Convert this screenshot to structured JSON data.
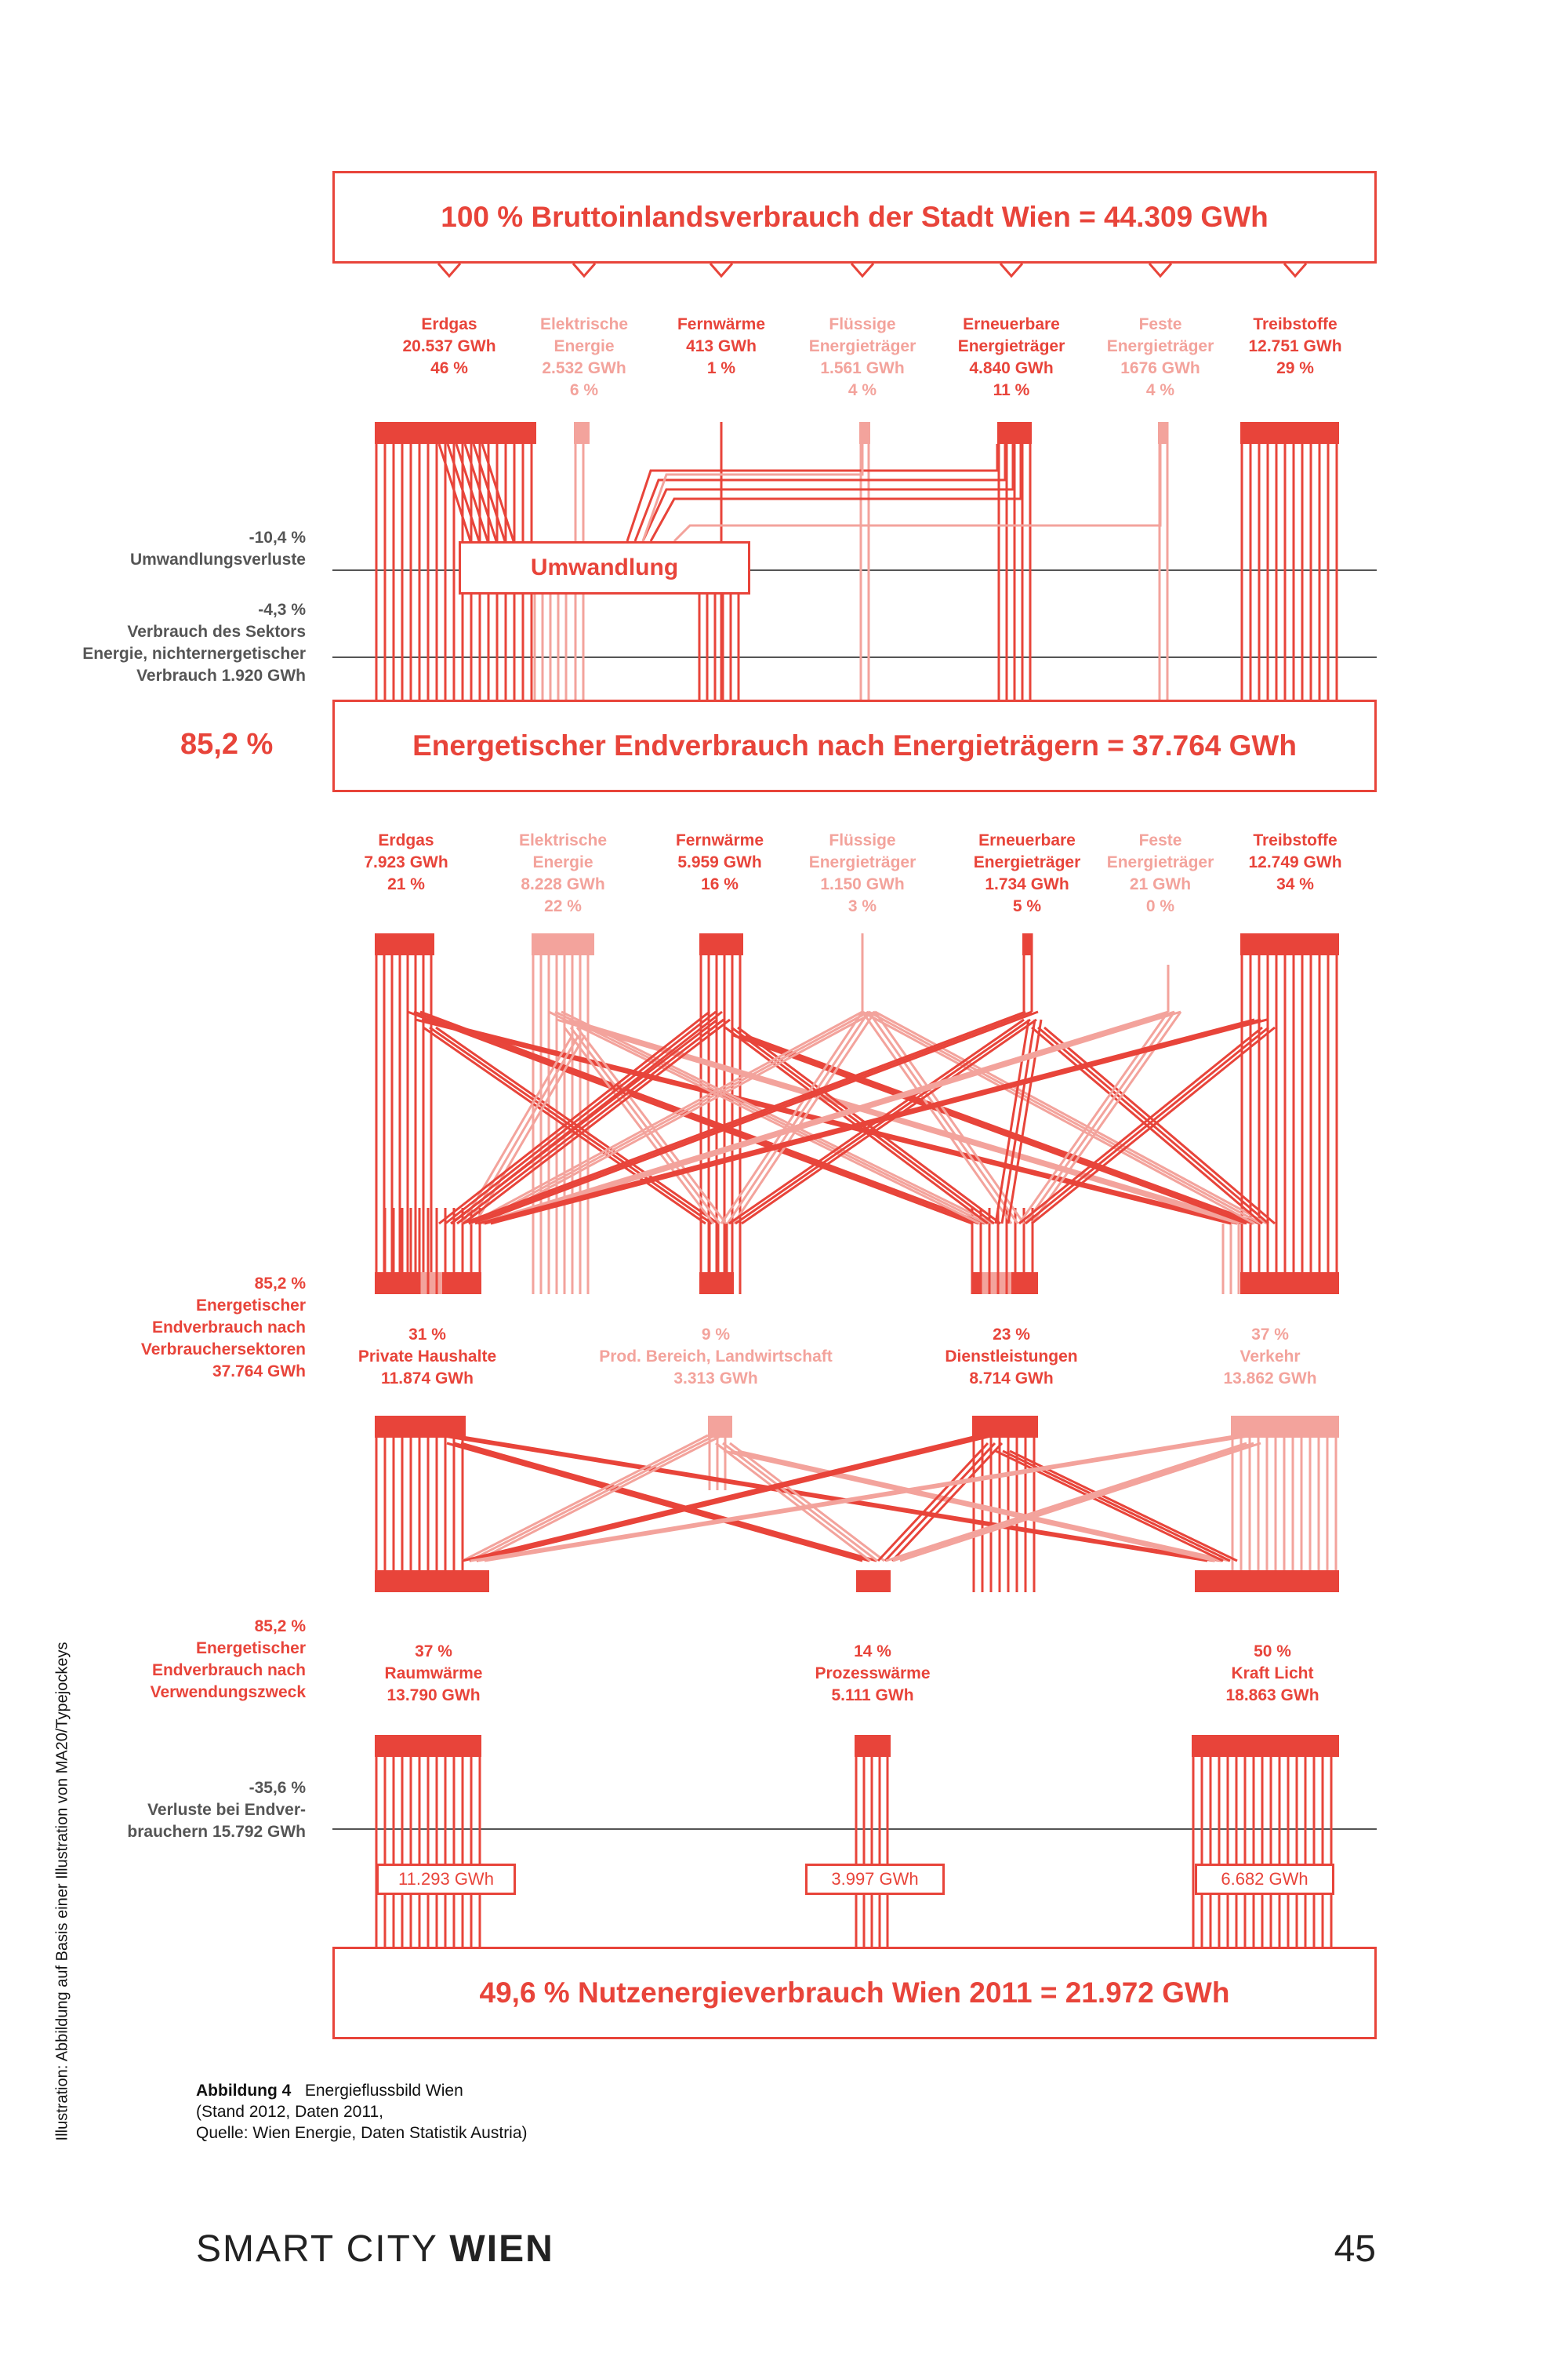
{
  "title_box": "100 % Bruttoinlandsverbrauch der Stadt Wien = 44.309 GWh",
  "sources": [
    {
      "name_l1": "Erdgas",
      "name_l2": "",
      "value": "20.537 GWh",
      "pct": "46 %",
      "light": false
    },
    {
      "name_l1": "Elektrische",
      "name_l2": "Energie",
      "value": "2.532 GWh",
      "pct": "6 %",
      "light": true
    },
    {
      "name_l1": "Fernwärme",
      "name_l2": "",
      "value": "413 GWh",
      "pct": "1 %",
      "light": false
    },
    {
      "name_l1": "Flüssige",
      "name_l2": "Energieträger",
      "value": "1.561 GWh",
      "pct": "4 %",
      "light": true
    },
    {
      "name_l1": "Erneuerbare",
      "name_l2": "Energieträger",
      "value": "4.840 GWh",
      "pct": "11 %",
      "light": false
    },
    {
      "name_l1": "Feste",
      "name_l2": "Energieträger",
      "value": "1676 GWh",
      "pct": "4 %",
      "light": true
    },
    {
      "name_l1": "Treibstoffe",
      "name_l2": "",
      "value": "12.751 GWh",
      "pct": "29 %",
      "light": false
    }
  ],
  "umwandlung": "Umwandlung",
  "loss1": {
    "pct": "-10,4 %",
    "label": "Umwandlungsverluste"
  },
  "loss2": {
    "pct": "-4,3 %",
    "l1": "Verbrauch des Sektors",
    "l2": "Energie, nichternergetischer",
    "l3": "Verbrauch 1.920 GWh"
  },
  "end_pct": "85,2 %",
  "end_box": "Energetischer Endverbrauch nach Energieträgern = 37.764 GWh",
  "carriers": [
    {
      "name_l1": "Erdgas",
      "name_l2": "",
      "value": "7.923 GWh",
      "pct": "21 %",
      "light": false
    },
    {
      "name_l1": "Elektrische",
      "name_l2": "Energie",
      "value": "8.228 GWh",
      "pct": "22 %",
      "light": true
    },
    {
      "name_l1": "Fernwärme",
      "name_l2": "",
      "value": "5.959 GWh",
      "pct": "16 %",
      "light": false
    },
    {
      "name_l1": "Flüssige",
      "name_l2": "Energieträger",
      "value": "1.150 GWh",
      "pct": "3 %",
      "light": true
    },
    {
      "name_l1": "Erneuerbare",
      "name_l2": "Energieträger",
      "value": "1.734 GWh",
      "pct": "5 %",
      "light": false
    },
    {
      "name_l1": "Feste",
      "name_l2": "Energieträger",
      "value": "21 GWh",
      "pct": "0 %",
      "light": true
    },
    {
      "name_l1": "Treibstoffe",
      "name_l2": "",
      "value": "12.749 GWh",
      "pct": "34 %",
      "light": false
    }
  ],
  "sector_side": {
    "pct": "85,2 %",
    "l1": "Energetischer",
    "l2": "Endverbrauch nach",
    "l3": "Verbrauchersektoren",
    "l4": "37.764 GWh"
  },
  "sectors": [
    {
      "pct": "31 %",
      "name": "Private Haushalte",
      "value": "11.874 GWh",
      "light": false
    },
    {
      "pct": "9 %",
      "name": "Prod. Bereich, Landwirtschaft",
      "value": "3.313 GWh",
      "light": true
    },
    {
      "pct": "23 %",
      "name": "Dienstleistungen",
      "value": "8.714 GWh",
      "light": false
    },
    {
      "pct": "37 %",
      "name": "Verkehr",
      "value": "13.862 GWh",
      "light": true
    }
  ],
  "purpose_side": {
    "pct": "85,2 %",
    "l1": "Energetischer",
    "l2": "Endverbrauch nach",
    "l3": "Verwendungszweck"
  },
  "purposes": [
    {
      "pct": "37 %",
      "name": "Raumwärme",
      "value": "13.790 GWh"
    },
    {
      "pct": "14 %",
      "name": "Prozesswärme",
      "value": "5.111 GWh"
    },
    {
      "pct": "50 %",
      "name": "Kraft Licht",
      "value": "18.863 GWh"
    }
  ],
  "loss3": {
    "pct": "-35,6 %",
    "l1": "Verluste bei Endver-",
    "l2": "brauchern 15.792 GWh"
  },
  "useful_values": [
    "11.293 GWh",
    "3.997 GWh",
    "6.682 GWh"
  ],
  "final_box": "49,6 % Nutzenergieverbrauch Wien 2011 = 21.972 GWh",
  "caption": {
    "fig": "Abbildung 4",
    "title": "Energieflussbild Wien",
    "l2": "(Stand 2012, Daten 2011,",
    "l3": "Quelle: Wien Energie, Daten Statistik Austria)"
  },
  "side_credit": "Illustration: Abbildung auf Basis einer Illustration von MA20/Typejockeys",
  "footer": {
    "brand_a": "SMART CITY",
    "brand_b": "WIEN",
    "page": "45"
  },
  "colors": {
    "red": "#e8443a",
    "light": "#f3a39c",
    "grey": "#555555"
  }
}
